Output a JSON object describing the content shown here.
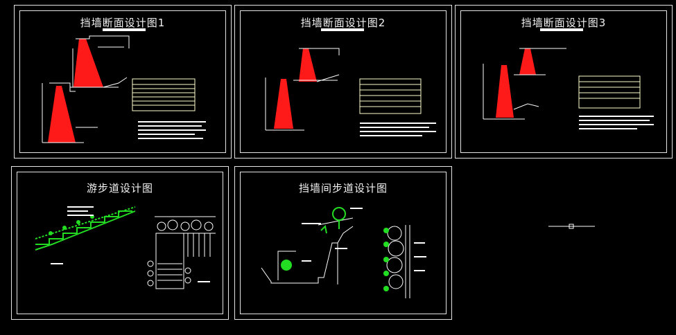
{
  "sheets": [
    {
      "id": "s1",
      "title": "挡墙断面设计图1"
    },
    {
      "id": "s2",
      "title": "挡墙断面设计图2"
    },
    {
      "id": "s3",
      "title": "挡墙断面设计图3"
    },
    {
      "id": "s4",
      "title": "游步道设计图"
    },
    {
      "id": "s5",
      "title": "挡墙间步道设计图"
    }
  ],
  "colors": {
    "red": "#ff1a1a",
    "green": "#22dd22",
    "white": "#f2f2f2",
    "yellow": "#ffffcc"
  }
}
